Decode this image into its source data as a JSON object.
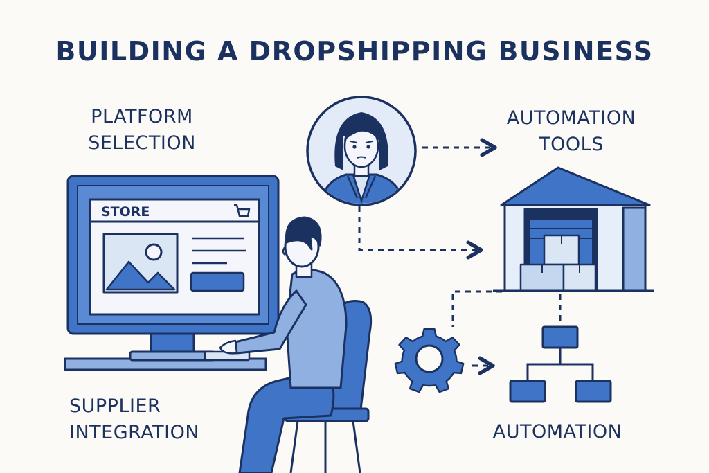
{
  "title": "BUILDING A DROPSHIPPING BUSINESS",
  "labels": {
    "platform_selection": [
      "PLATFORM",
      "SELECTION"
    ],
    "automation_tools": [
      "AUTOMATION",
      "TOOLS"
    ],
    "supplier_integration": [
      "SUPPLIER",
      "INTEGRATION"
    ],
    "automation": "AUTOMATION"
  },
  "store_window": {
    "heading": "STORE"
  },
  "icons": {
    "person": "woman-avatar-icon",
    "warehouse": "warehouse-icon",
    "gear": "gear-icon",
    "hierarchy": "org-chart-icon",
    "cart": "cart-icon",
    "image": "image-placeholder-icon"
  },
  "colors": {
    "outline": "#1b3160",
    "primary_blue": "#3f74c6",
    "light_blue": "#dbe6f5",
    "mid_blue": "#8fb0e0",
    "background": "#fbfaf6"
  }
}
